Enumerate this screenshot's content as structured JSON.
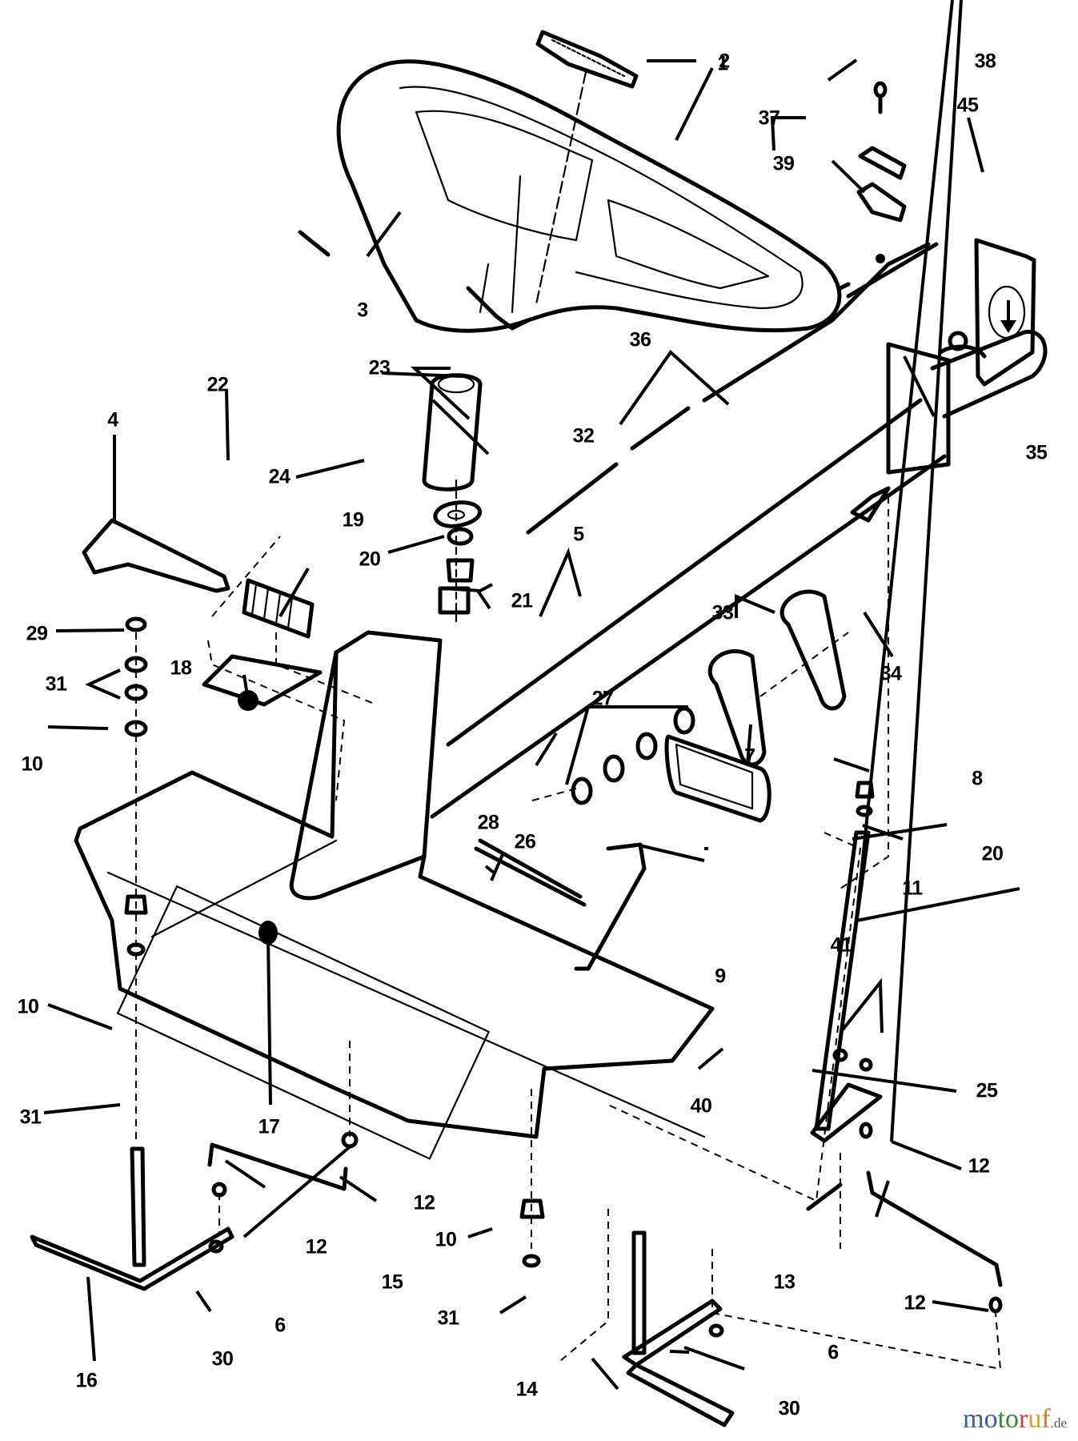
{
  "diagram": {
    "title": "Steering / front axle & frame assembly – exploded parts view",
    "callouts": [
      {
        "id": "c1",
        "label": "1"
      },
      {
        "id": "c2",
        "label": "2"
      },
      {
        "id": "c3",
        "label": "3"
      },
      {
        "id": "c4",
        "label": "4"
      },
      {
        "id": "c5",
        "label": "5"
      },
      {
        "id": "c6a",
        "label": "6"
      },
      {
        "id": "c6b",
        "label": "6"
      },
      {
        "id": "c7",
        "label": "7"
      },
      {
        "id": "c8",
        "label": "8"
      },
      {
        "id": "c9",
        "label": "9"
      },
      {
        "id": "c10a",
        "label": "10"
      },
      {
        "id": "c10b",
        "label": "10"
      },
      {
        "id": "c10c",
        "label": "10"
      },
      {
        "id": "c11",
        "label": "11"
      },
      {
        "id": "c12a",
        "label": "12"
      },
      {
        "id": "c12b",
        "label": "12"
      },
      {
        "id": "c12c",
        "label": "12"
      },
      {
        "id": "c12d",
        "label": "12"
      },
      {
        "id": "c13",
        "label": "13"
      },
      {
        "id": "c14",
        "label": "14"
      },
      {
        "id": "c15",
        "label": "15"
      },
      {
        "id": "c16",
        "label": "16"
      },
      {
        "id": "c17",
        "label": "17"
      },
      {
        "id": "c18",
        "label": "18"
      },
      {
        "id": "c19",
        "label": "19"
      },
      {
        "id": "c20a",
        "label": "20"
      },
      {
        "id": "c20b",
        "label": "20"
      },
      {
        "id": "c21",
        "label": "21"
      },
      {
        "id": "c22",
        "label": "22"
      },
      {
        "id": "c23",
        "label": "23"
      },
      {
        "id": "c24",
        "label": "24"
      },
      {
        "id": "c25",
        "label": "25"
      },
      {
        "id": "c26",
        "label": "26"
      },
      {
        "id": "c27",
        "label": "27"
      },
      {
        "id": "c28",
        "label": "28"
      },
      {
        "id": "c29",
        "label": "29"
      },
      {
        "id": "c30a",
        "label": "30"
      },
      {
        "id": "c30b",
        "label": "30"
      },
      {
        "id": "c31a",
        "label": "31"
      },
      {
        "id": "c31b",
        "label": "31"
      },
      {
        "id": "c31c",
        "label": "31"
      },
      {
        "id": "c32",
        "label": "32"
      },
      {
        "id": "c33",
        "label": "33"
      },
      {
        "id": "c34",
        "label": "34"
      },
      {
        "id": "c35",
        "label": "35"
      },
      {
        "id": "c36",
        "label": "36"
      },
      {
        "id": "c37",
        "label": "37"
      },
      {
        "id": "c38",
        "label": "38"
      },
      {
        "id": "c39",
        "label": "39"
      },
      {
        "id": "c40",
        "label": "40"
      },
      {
        "id": "c41",
        "label": "41"
      },
      {
        "id": "c45",
        "label": "45"
      }
    ]
  },
  "watermark": {
    "letters": [
      "m",
      "o",
      "t",
      "o",
      "r",
      "u",
      "f"
    ],
    "colors": [
      "#3b5ba5",
      "#3b5ba5",
      "#2e8b3a",
      "#2e8b3a",
      "#d93a3a",
      "#e0a020",
      "#e07a20"
    ],
    "tld": ".de"
  }
}
